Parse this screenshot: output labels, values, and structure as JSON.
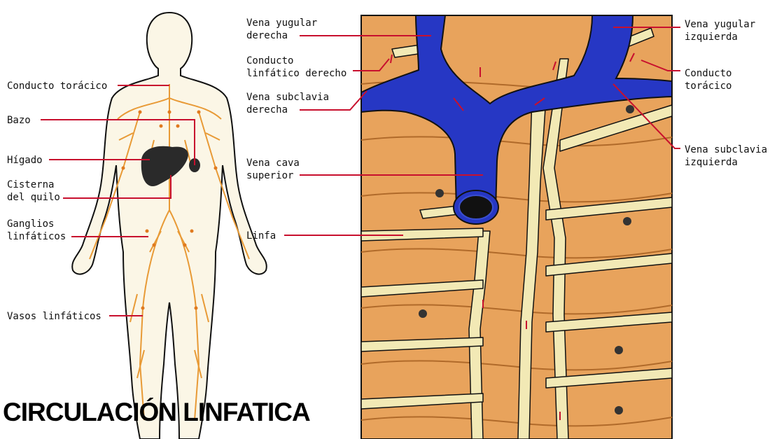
{
  "title": "CIRCULACIÓN LINFATICA",
  "colors": {
    "lymph": "#f2e9b5",
    "vein": "#2637c4",
    "tissue": "#e8a35c",
    "vessel_orange": "#e89a36",
    "liver": "#2a2a2a",
    "leader_line": "#c8102e"
  },
  "labels_body": {
    "conducto_toracico": "Conducto torácico",
    "bazo": "Bazo",
    "higado": "Hígado",
    "cisterna": "Cisterna\ndel quilo",
    "ganglios": "Ganglios\nlinfáticos",
    "vasos": "Vasos linfáticos"
  },
  "labels_detail_left": {
    "vena_yugular_derecha": "Vena yugular\nderecha",
    "conducto_linfatico_derecho": "Conducto\nlinfático derecho",
    "vena_subclavia_derecha": "Vena subclavia\nderecha",
    "vena_cava_superior": "Vena cava\nsuperior",
    "linfa": "Linfa"
  },
  "labels_detail_right": {
    "vena_yugular_izquierda": "Vena yugular\nizquierda",
    "conducto_toracico": "Conducto\ntorácico",
    "vena_subclavia_izquierda": "Vena subclavia\nizquierda"
  }
}
